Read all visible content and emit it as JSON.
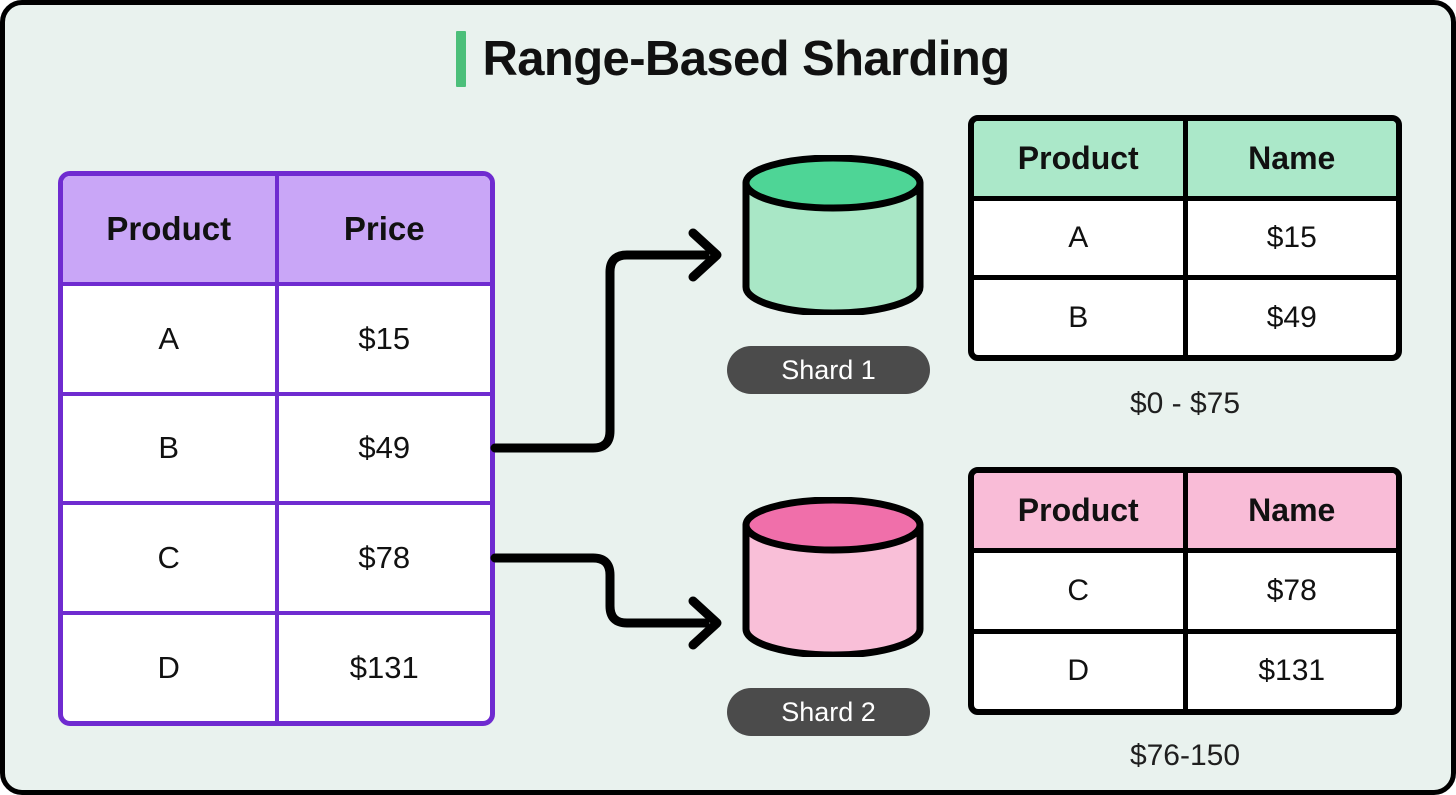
{
  "title": {
    "text": "Range-Based Sharding",
    "accent_color": "#4cbf7a"
  },
  "colors": {
    "background": "#e9f2ee",
    "source_border": "#6f2bd0",
    "source_header": "#c9a6f7",
    "shard1_header": "#abe8c9",
    "shard1_body": "#a9e7c6",
    "shard1_top": "#4ed596",
    "shard2_header": "#f9bcd7",
    "shard2_body": "#f9bfd8",
    "shard2_top": "#f06faa",
    "badge": "#4b4b4b",
    "stroke": "#000000"
  },
  "source_table": {
    "headers": [
      "Product",
      "Price"
    ],
    "rows": [
      [
        "A",
        "$15"
      ],
      [
        "B",
        "$49"
      ],
      [
        "C",
        "$78"
      ],
      [
        "D",
        "$131"
      ]
    ]
  },
  "shards": [
    {
      "badge_label": "Shard 1",
      "range_label": "$0 - $75",
      "headers": [
        "Product",
        "Name"
      ],
      "rows": [
        [
          "A",
          "$15"
        ],
        [
          "B",
          "$49"
        ]
      ]
    },
    {
      "badge_label": "Shard 2",
      "range_label": "$76-150",
      "headers": [
        "Product",
        "Name"
      ],
      "rows": [
        [
          "C",
          "$78"
        ],
        [
          "D",
          "$131"
        ]
      ]
    }
  ]
}
